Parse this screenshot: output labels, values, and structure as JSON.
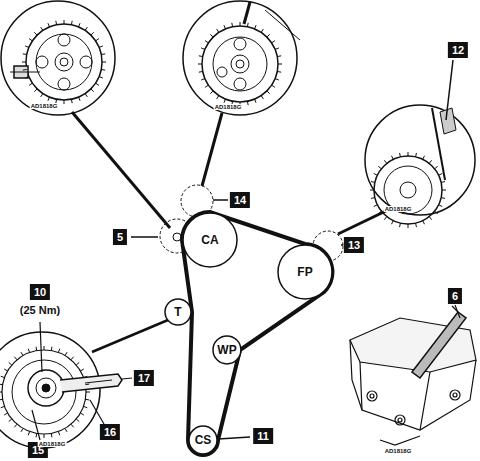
{
  "diagram": {
    "nodes": [
      {
        "text": [
          "CA"
        ]
      },
      {
        "text": [
          "FP"
        ]
      },
      {
        "text": [
          "T"
        ]
      },
      {
        "text": [
          "WP"
        ]
      },
      {
        "text": [
          "CS"
        ]
      }
    ],
    "labels": [
      "AD1818G",
      "AD1818G",
      "12",
      "AD1818G",
      "14",
      "5",
      "13",
      "10",
      "(25 Nm)",
      "6",
      "17",
      "16",
      "11",
      "15",
      "AD1818G",
      "AD1818G"
    ]
  }
}
